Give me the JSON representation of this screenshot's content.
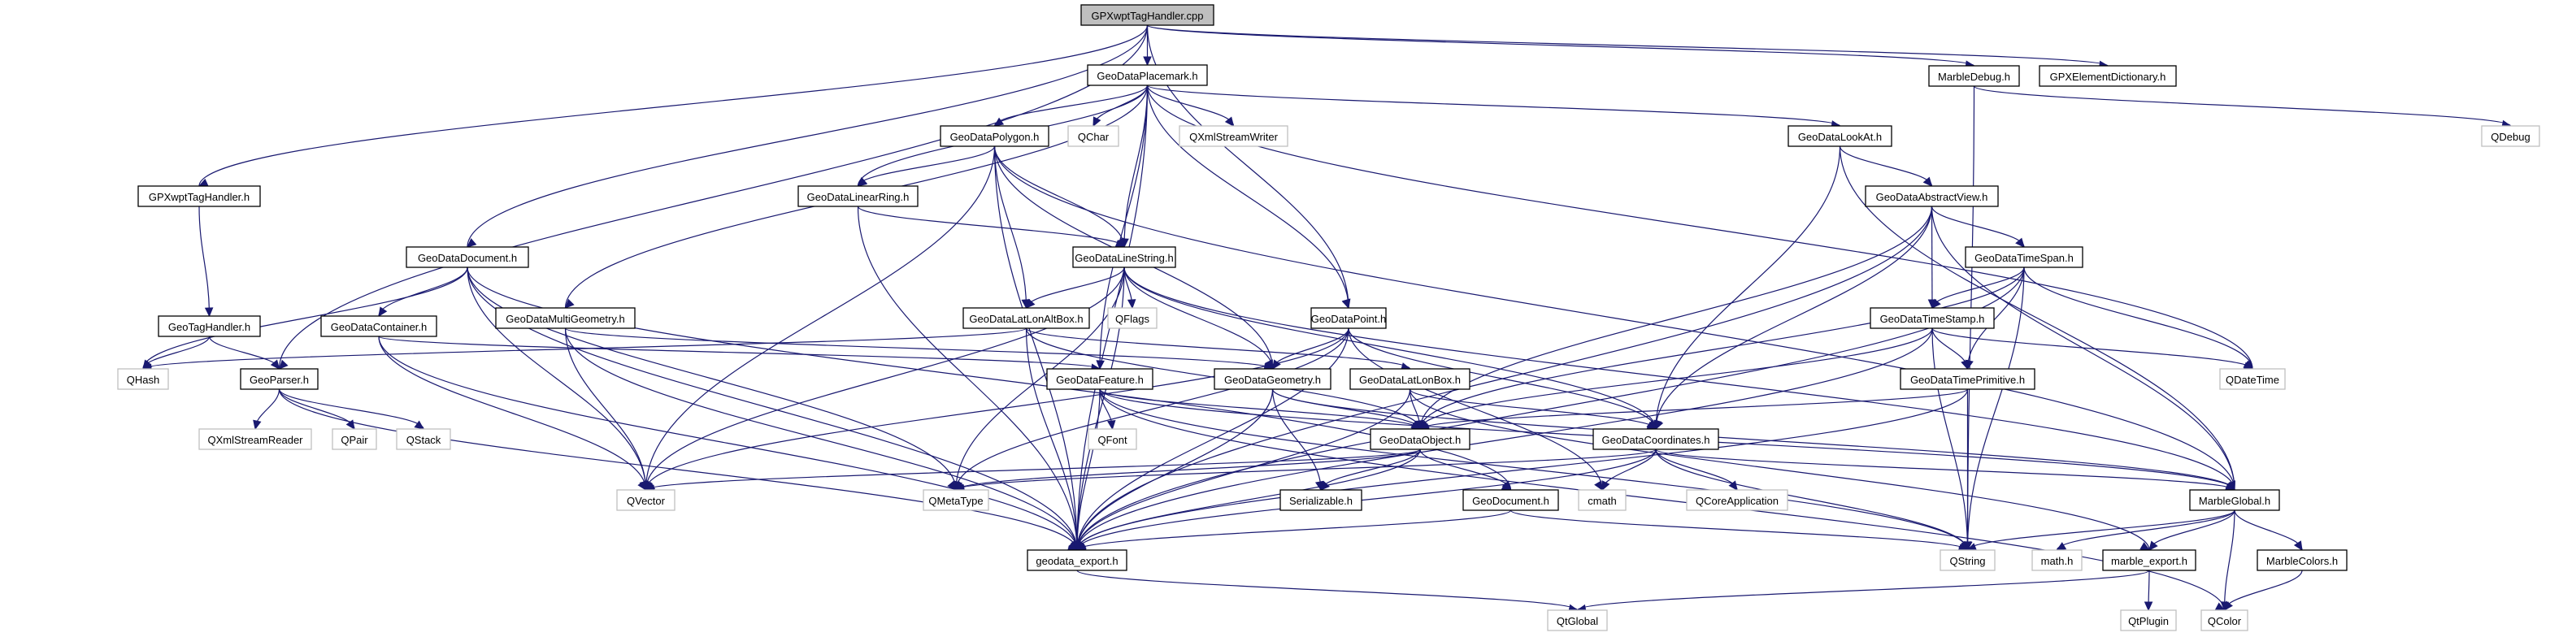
{
  "title": "GPXwptTagHandler.cpp include dependency graph",
  "colors": {
    "edge": "#191970",
    "root_fill": "#bfbfbf",
    "local_border": "#000000",
    "external_border": "#bfbfbf"
  },
  "nodes": [
    {
      "id": "root",
      "label": "GPXwptTagHandler.cpp",
      "kind": "root"
    },
    {
      "id": "placemark",
      "label": "GeoDataPlacemark.h",
      "kind": "local"
    },
    {
      "id": "marbledebug",
      "label": "MarbleDebug.h",
      "kind": "local"
    },
    {
      "id": "gpxdict",
      "label": "GPXElementDictionary.h",
      "kind": "local"
    },
    {
      "id": "qdebug",
      "label": "QDebug",
      "kind": "ext"
    },
    {
      "id": "polygon",
      "label": "GeoDataPolygon.h",
      "kind": "local"
    },
    {
      "id": "qchar",
      "label": "QChar",
      "kind": "ext"
    },
    {
      "id": "qxmlwriter",
      "label": "QXmlStreamWriter",
      "kind": "ext"
    },
    {
      "id": "lookat",
      "label": "GeoDataLookAt.h",
      "kind": "local"
    },
    {
      "id": "gpxwpth",
      "label": "GPXwptTagHandler.h",
      "kind": "local"
    },
    {
      "id": "linearring",
      "label": "GeoDataLinearRing.h",
      "kind": "local"
    },
    {
      "id": "abstractview",
      "label": "GeoDataAbstractView.h",
      "kind": "local"
    },
    {
      "id": "document",
      "label": "GeoDataDocument.h",
      "kind": "local"
    },
    {
      "id": "linestring",
      "label": "GeoDataLineString.h",
      "kind": "local"
    },
    {
      "id": "timespan",
      "label": "GeoDataTimeSpan.h",
      "kind": "local"
    },
    {
      "id": "taghandler",
      "label": "GeoTagHandler.h",
      "kind": "local"
    },
    {
      "id": "container",
      "label": "GeoDataContainer.h",
      "kind": "local"
    },
    {
      "id": "multigeom",
      "label": "GeoDataMultiGeometry.h",
      "kind": "local"
    },
    {
      "id": "latlonalt",
      "label": "GeoDataLatLonAltBox.h",
      "kind": "local"
    },
    {
      "id": "qflags",
      "label": "QFlags",
      "kind": "ext"
    },
    {
      "id": "point",
      "label": "GeoDataPoint.h",
      "kind": "local"
    },
    {
      "id": "timestamp",
      "label": "GeoDataTimeStamp.h",
      "kind": "local"
    },
    {
      "id": "qhash",
      "label": "QHash",
      "kind": "ext"
    },
    {
      "id": "parser",
      "label": "GeoParser.h",
      "kind": "local"
    },
    {
      "id": "feature",
      "label": "GeoDataFeature.h",
      "kind": "local"
    },
    {
      "id": "geometry",
      "label": "GeoDataGeometry.h",
      "kind": "local"
    },
    {
      "id": "latlonbox",
      "label": "GeoDataLatLonBox.h",
      "kind": "local"
    },
    {
      "id": "timeprim",
      "label": "GeoDataTimePrimitive.h",
      "kind": "local"
    },
    {
      "id": "qdatetime",
      "label": "QDateTime",
      "kind": "ext"
    },
    {
      "id": "qxmlreader",
      "label": "QXmlStreamReader",
      "kind": "ext"
    },
    {
      "id": "qpair",
      "label": "QPair",
      "kind": "ext"
    },
    {
      "id": "qstack",
      "label": "QStack",
      "kind": "ext"
    },
    {
      "id": "qfont",
      "label": "QFont",
      "kind": "ext"
    },
    {
      "id": "object",
      "label": "GeoDataObject.h",
      "kind": "local"
    },
    {
      "id": "coords",
      "label": "GeoDataCoordinates.h",
      "kind": "local"
    },
    {
      "id": "qvector",
      "label": "QVector",
      "kind": "ext"
    },
    {
      "id": "qmetatype",
      "label": "QMetaType",
      "kind": "ext"
    },
    {
      "id": "serializable",
      "label": "Serializable.h",
      "kind": "local"
    },
    {
      "id": "geodocument",
      "label": "GeoDocument.h",
      "kind": "local"
    },
    {
      "id": "cmath",
      "label": "cmath",
      "kind": "ext"
    },
    {
      "id": "qcoreapp",
      "label": "QCoreApplication",
      "kind": "ext"
    },
    {
      "id": "marbleglobal",
      "label": "MarbleGlobal.h",
      "kind": "local"
    },
    {
      "id": "geodataexport",
      "label": "geodata_export.h",
      "kind": "local"
    },
    {
      "id": "qstring",
      "label": "QString",
      "kind": "ext"
    },
    {
      "id": "mathh",
      "label": "math.h",
      "kind": "ext"
    },
    {
      "id": "marbleexport",
      "label": "marble_export.h",
      "kind": "local"
    },
    {
      "id": "marblecolors",
      "label": "MarbleColors.h",
      "kind": "local"
    },
    {
      "id": "qtglobal",
      "label": "QtGlobal",
      "kind": "ext"
    },
    {
      "id": "qtplugin",
      "label": "QtPlugin",
      "kind": "ext"
    },
    {
      "id": "qcolor",
      "label": "QColor",
      "kind": "ext"
    }
  ],
  "edges": [
    [
      "root",
      "placemark"
    ],
    [
      "root",
      "marbledebug"
    ],
    [
      "root",
      "gpxdict"
    ],
    [
      "root",
      "gpxwpth"
    ],
    [
      "root",
      "document"
    ],
    [
      "root",
      "parser"
    ],
    [
      "root",
      "point"
    ],
    [
      "marbledebug",
      "qdebug"
    ],
    [
      "marbledebug",
      "qstring"
    ],
    [
      "gpxwpth",
      "taghandler"
    ],
    [
      "taghandler",
      "qhash"
    ],
    [
      "taghandler",
      "parser"
    ],
    [
      "parser",
      "qxmlreader"
    ],
    [
      "parser",
      "qpair"
    ],
    [
      "parser",
      "qstack"
    ],
    [
      "parser",
      "geodataexport"
    ],
    [
      "placemark",
      "polygon"
    ],
    [
      "placemark",
      "qchar"
    ],
    [
      "placemark",
      "qxmlwriter"
    ],
    [
      "placemark",
      "lookat"
    ],
    [
      "placemark",
      "linearring"
    ],
    [
      "placemark",
      "linestring"
    ],
    [
      "placemark",
      "multigeom"
    ],
    [
      "placemark",
      "point"
    ],
    [
      "placemark",
      "feature"
    ],
    [
      "placemark",
      "qdatetime"
    ],
    [
      "placemark",
      "geodataexport"
    ],
    [
      "polygon",
      "linearring"
    ],
    [
      "polygon",
      "linestring"
    ],
    [
      "polygon",
      "latlonalt"
    ],
    [
      "polygon",
      "geometry"
    ],
    [
      "polygon",
      "qvector"
    ],
    [
      "polygon",
      "geodataexport"
    ],
    [
      "polygon",
      "marbleglobal"
    ],
    [
      "linearring",
      "linestring"
    ],
    [
      "linearring",
      "geodataexport"
    ],
    [
      "lookat",
      "abstractview"
    ],
    [
      "lookat",
      "coords"
    ],
    [
      "lookat",
      "marbleglobal"
    ],
    [
      "abstractview",
      "timespan"
    ],
    [
      "abstractview",
      "timestamp"
    ],
    [
      "abstractview",
      "object"
    ],
    [
      "abstractview",
      "coords"
    ],
    [
      "abstractview",
      "geodataexport"
    ],
    [
      "abstractview",
      "marbleglobal"
    ],
    [
      "timespan",
      "timestamp"
    ],
    [
      "timespan",
      "timeprim"
    ],
    [
      "timespan",
      "qdatetime"
    ],
    [
      "timespan",
      "geodataexport"
    ],
    [
      "timespan",
      "qstring"
    ],
    [
      "timespan",
      "object"
    ],
    [
      "timestamp",
      "timeprim"
    ],
    [
      "timestamp",
      "qdatetime"
    ],
    [
      "timestamp",
      "object"
    ],
    [
      "timestamp",
      "geodataexport"
    ],
    [
      "timestamp",
      "qstring"
    ],
    [
      "timeprim",
      "object"
    ],
    [
      "timeprim",
      "geodataexport"
    ],
    [
      "timeprim",
      "qstring"
    ],
    [
      "document",
      "container"
    ],
    [
      "document",
      "qvector"
    ],
    [
      "document",
      "qmetatype"
    ],
    [
      "document",
      "geodocument"
    ],
    [
      "document",
      "geodataexport"
    ],
    [
      "document",
      "qhash"
    ],
    [
      "container",
      "feature"
    ],
    [
      "container",
      "qvector"
    ],
    [
      "container",
      "geodataexport"
    ],
    [
      "multigeom",
      "geometry"
    ],
    [
      "multigeom",
      "qvector"
    ],
    [
      "multigeom",
      "geodataexport"
    ],
    [
      "linestring",
      "latlonalt"
    ],
    [
      "linestring",
      "qflags"
    ],
    [
      "linestring",
      "geometry"
    ],
    [
      "linestring",
      "coords"
    ],
    [
      "linestring",
      "qvector"
    ],
    [
      "linestring",
      "qmetatype"
    ],
    [
      "linestring",
      "geodataexport"
    ],
    [
      "linestring",
      "marbleglobal"
    ],
    [
      "latlonalt",
      "latlonbox"
    ],
    [
      "latlonalt",
      "object"
    ],
    [
      "latlonalt",
      "geodataexport"
    ],
    [
      "latlonalt",
      "qhash"
    ],
    [
      "point",
      "geometry"
    ],
    [
      "point",
      "coords"
    ],
    [
      "point",
      "cmath"
    ],
    [
      "point",
      "qmetatype"
    ],
    [
      "point",
      "qvector"
    ],
    [
      "point",
      "geodataexport"
    ],
    [
      "feature",
      "qfont"
    ],
    [
      "feature",
      "object"
    ],
    [
      "feature",
      "qcolor"
    ],
    [
      "feature",
      "geodataexport"
    ],
    [
      "feature",
      "qstring"
    ],
    [
      "feature",
      "marbleglobal"
    ],
    [
      "geometry",
      "object"
    ],
    [
      "geometry",
      "serializable"
    ],
    [
      "geometry",
      "geodataexport"
    ],
    [
      "geometry",
      "marbleglobal"
    ],
    [
      "latlonbox",
      "object"
    ],
    [
      "latlonbox",
      "coords"
    ],
    [
      "latlonbox",
      "geodataexport"
    ],
    [
      "latlonbox",
      "marbleexport"
    ],
    [
      "object",
      "serializable"
    ],
    [
      "object",
      "geodocument"
    ],
    [
      "object",
      "qmetatype"
    ],
    [
      "object",
      "qvector"
    ],
    [
      "object",
      "geodataexport"
    ],
    [
      "coords",
      "cmath"
    ],
    [
      "coords",
      "qcoreapp"
    ],
    [
      "coords",
      "qmetatype"
    ],
    [
      "coords",
      "qstring"
    ],
    [
      "coords",
      "geodataexport"
    ],
    [
      "coords",
      "marbleglobal"
    ],
    [
      "geodocument",
      "geodataexport"
    ],
    [
      "geodocument",
      "qstring"
    ],
    [
      "marbleglobal",
      "qstring"
    ],
    [
      "marbleglobal",
      "mathh"
    ],
    [
      "marbleglobal",
      "marbleexport"
    ],
    [
      "marbleglobal",
      "marblecolors"
    ],
    [
      "marbleglobal",
      "qcolor"
    ],
    [
      "marblecolors",
      "qcolor"
    ],
    [
      "marbleexport",
      "qtplugin"
    ],
    [
      "marbleexport",
      "qtglobal"
    ],
    [
      "geodataexport",
      "qtglobal"
    ]
  ]
}
